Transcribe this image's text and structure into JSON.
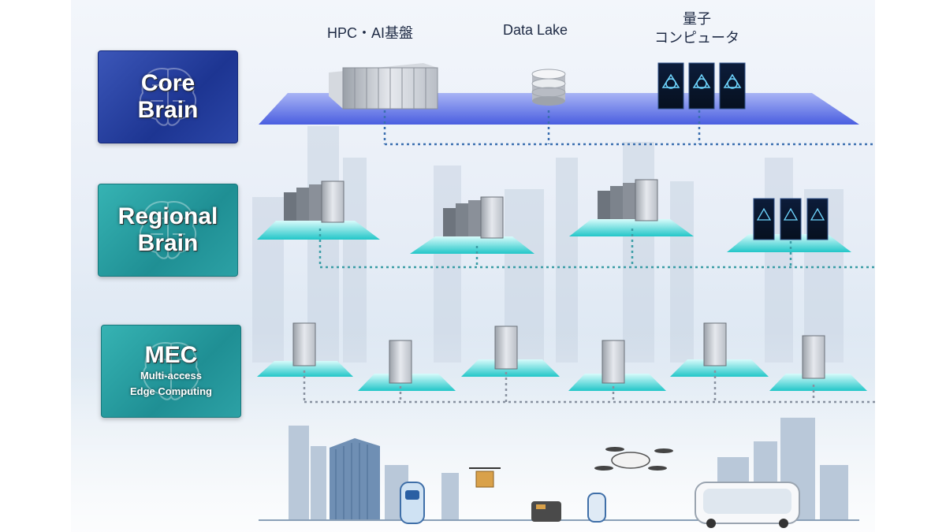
{
  "tiers": {
    "core": {
      "line1": "Core",
      "line2": "Brain"
    },
    "regional": {
      "line1": "Regional",
      "line2": "Brain"
    },
    "mec": {
      "title": "MEC",
      "line1": "Multi-access",
      "line2": "Edge Computing"
    }
  },
  "core_labels": {
    "hpc": "HPC・AI基盤",
    "data_lake": "Data Lake",
    "quantum_line1": "量子",
    "quantum_line2": "コンピュータ"
  },
  "colors": {
    "core": "#2540a0",
    "regional": "#2aa3a6",
    "mec": "#2aa3a6",
    "core_platform": "#5c6ee8",
    "edge_platform": "#2fd0d0",
    "link": "#3a6fb0"
  }
}
